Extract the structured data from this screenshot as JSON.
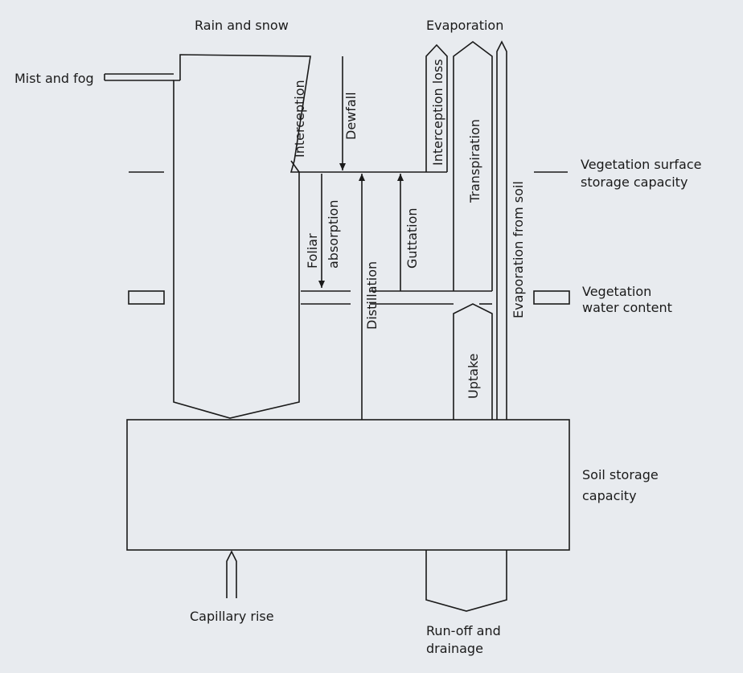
{
  "labels": {
    "rain_and_snow": "Rain and snow",
    "evaporation": "Evaporation",
    "mist_and_fog": "Mist and fog",
    "interception": "Interception",
    "dewfall": "Dewfall",
    "interception_loss": "Interception loss",
    "transpiration": "Transpiration",
    "evaporation_from_soil": "Evaporation from soil",
    "vegetation_surface_storage_1": "Vegetation surface",
    "vegetation_surface_storage_2": "storage capacity",
    "foliar": "Foliar",
    "absorption": "absorption",
    "guttation": "Guttation",
    "distillation": "Distillation",
    "vegetation_water_1": "Vegetation",
    "vegetation_water_2": "water content",
    "uptake": "Uptake",
    "soil_storage_1": "Soil storage",
    "soil_storage_2": "capacity",
    "capillary_rise": "Capillary rise",
    "runoff_1": "Run-off and",
    "runoff_2": "drainage"
  }
}
